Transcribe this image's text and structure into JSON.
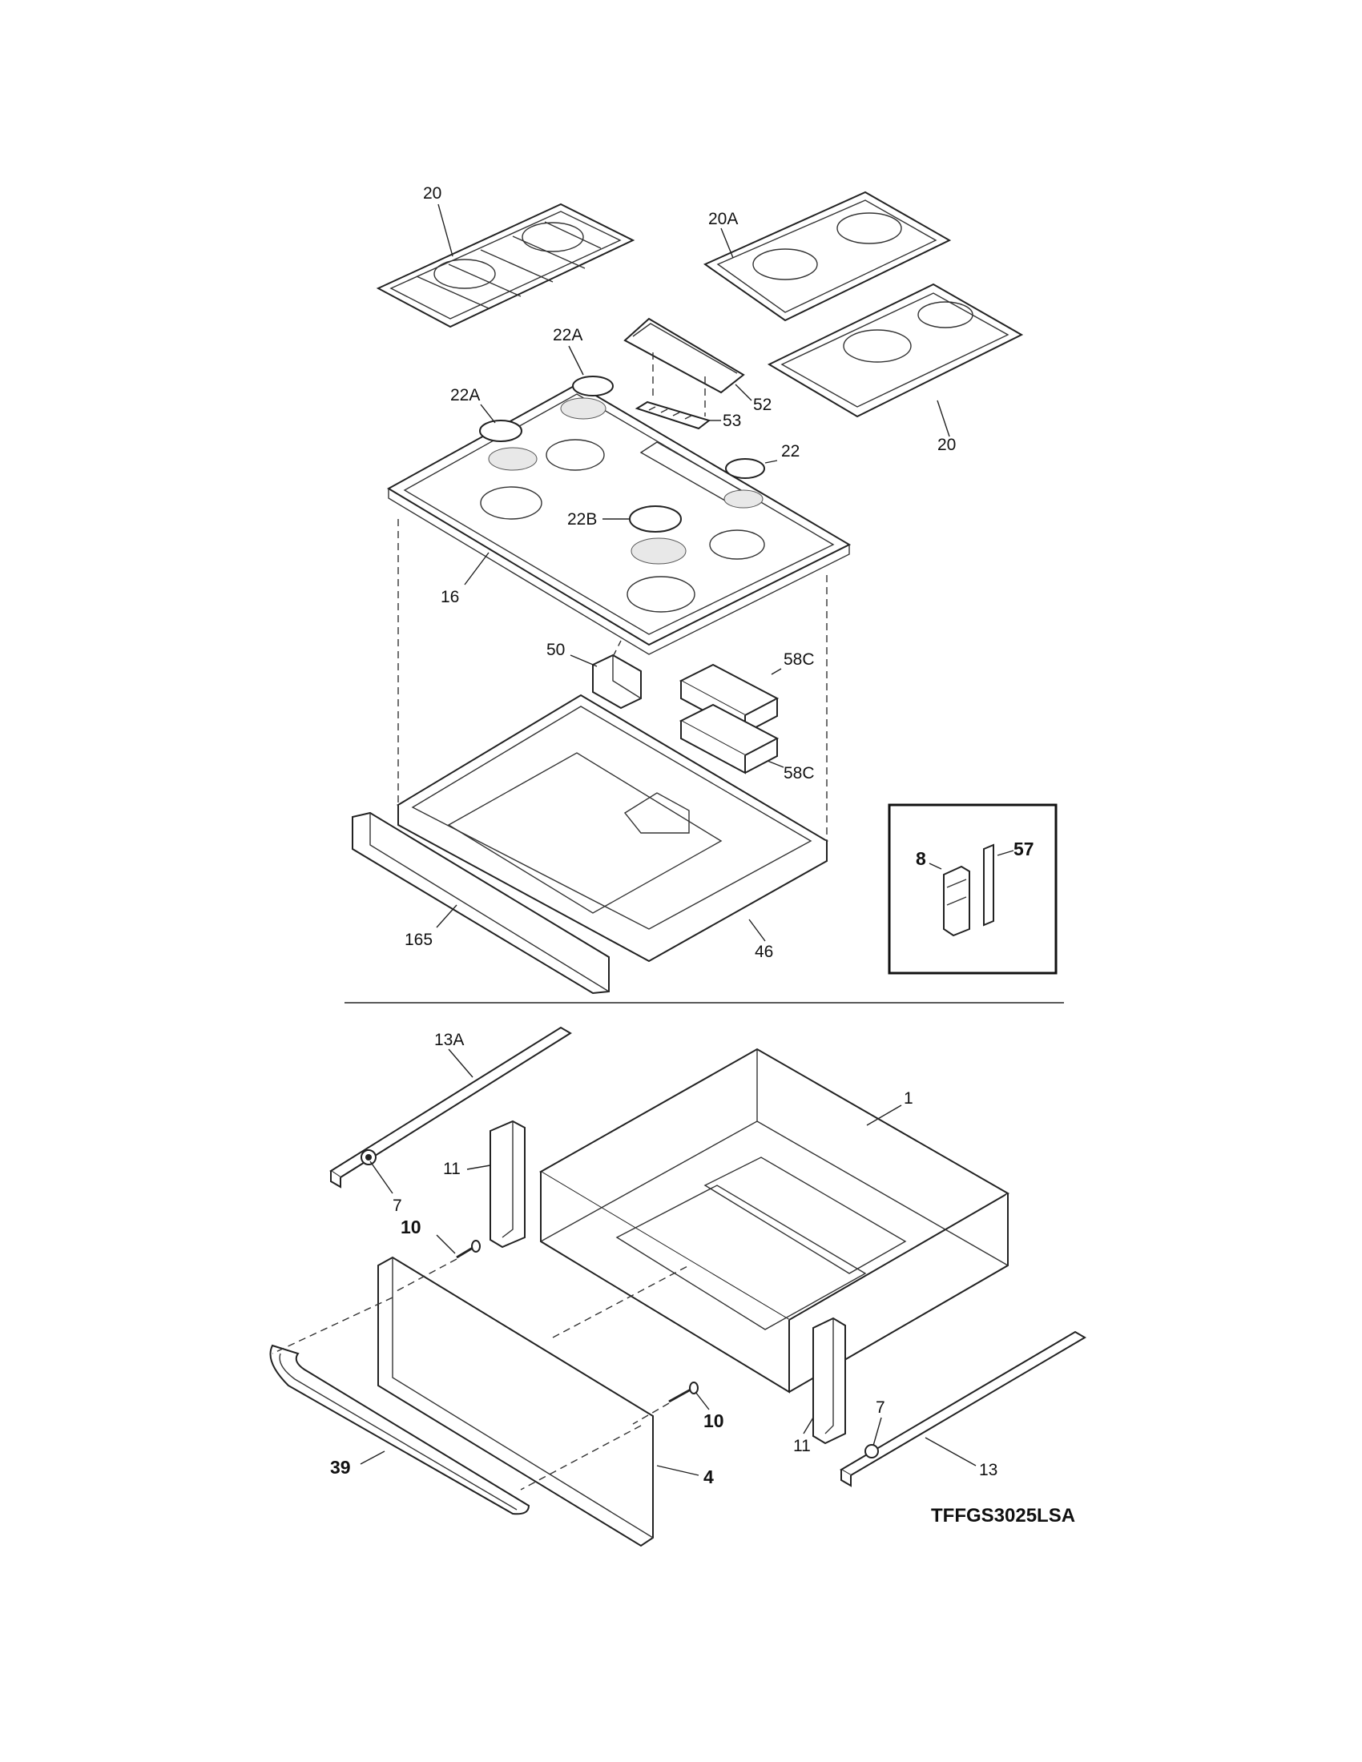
{
  "model_number": "TFFGS3025LSA",
  "upper_section": {
    "callouts": {
      "grate_left": "20",
      "grate_right_back": "20A",
      "grate_right_front": "20",
      "cap_back_left": "22A",
      "cap_left": "22A",
      "cap_right": "22",
      "cap_center": "22B",
      "vent_trim": "52",
      "vent_grille": "53",
      "cooktop": "16",
      "bracket": "50",
      "insulation_top": "58C",
      "insulation_bottom": "58C",
      "burner_box": "46",
      "front_rail": "165"
    },
    "inset": {
      "callouts": {
        "part_8": "8",
        "part_57": "57"
      }
    }
  },
  "lower_section": {
    "callouts": {
      "slide_left": "13A",
      "roller_left": "7",
      "bracket_left": "11",
      "screw_left": "10",
      "drawer_body": "1",
      "drawer_front": "4",
      "handle": "39",
      "screw_right": "10",
      "bracket_right": "11",
      "roller_right": "7",
      "slide_right": "13"
    }
  }
}
